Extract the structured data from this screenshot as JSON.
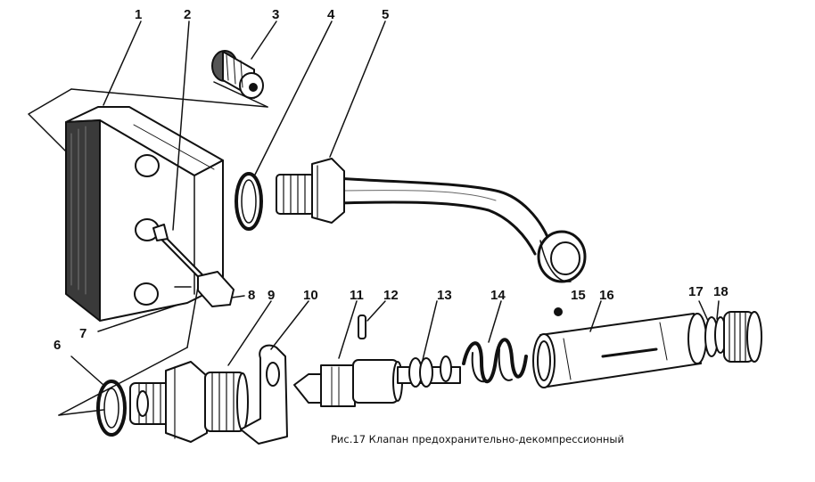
{
  "caption": "Рис.17 Клапан предохранительно-декомпрессионный",
  "part_numbers": [
    "1",
    "2",
    "3",
    "4",
    "5",
    "6",
    "7",
    "8",
    "9",
    "10",
    "11",
    "12",
    "13",
    "14",
    "15",
    "16",
    "17",
    "18"
  ],
  "line_color": "#111111"
}
